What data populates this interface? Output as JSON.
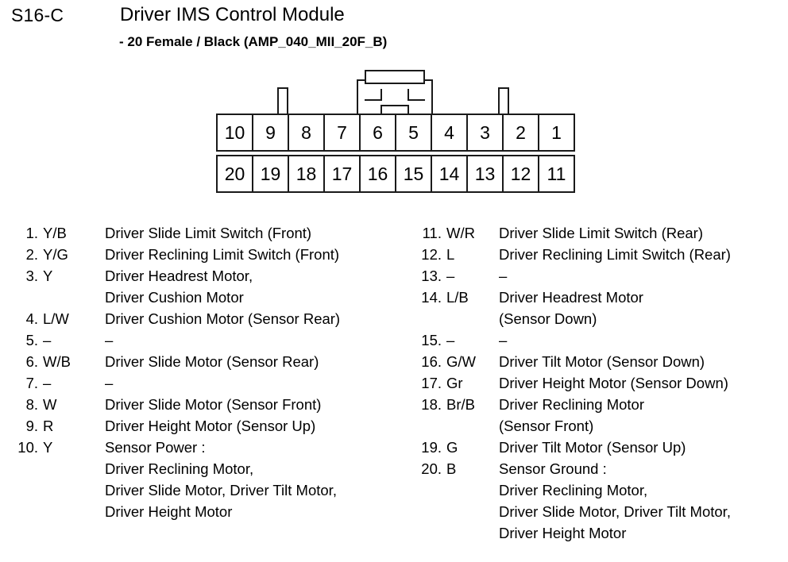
{
  "header": {
    "connector_code": "S16-C",
    "module_title": "Driver IMS Control Module",
    "connector_spec": "- 20 Female / Black (AMP_040_MII_20F_B)"
  },
  "connector": {
    "top_row": [
      "10",
      "9",
      "8",
      "7",
      "6",
      "5",
      "4",
      "3",
      "2",
      "1"
    ],
    "bottom_row": [
      "20",
      "19",
      "18",
      "17",
      "16",
      "15",
      "14",
      "13",
      "12",
      "11"
    ]
  },
  "pins_left": [
    {
      "num": "1.",
      "color": "Y/B",
      "desc": [
        "Driver Slide Limit Switch (Front)"
      ]
    },
    {
      "num": "2.",
      "color": "Y/G",
      "desc": [
        "Driver Reclining Limit Switch (Front)"
      ]
    },
    {
      "num": "3.",
      "color": "Y",
      "desc": [
        "Driver Headrest Motor,",
        "Driver Cushion Motor"
      ]
    },
    {
      "num": "4.",
      "color": "L/W",
      "desc": [
        "Driver Cushion Motor (Sensor Rear)"
      ]
    },
    {
      "num": "5.",
      "color": "–",
      "desc": [
        "–"
      ]
    },
    {
      "num": "6.",
      "color": "W/B",
      "desc": [
        "Driver Slide Motor (Sensor Rear)"
      ]
    },
    {
      "num": "7.",
      "color": "–",
      "desc": [
        "–"
      ]
    },
    {
      "num": "8.",
      "color": "W",
      "desc": [
        "Driver Slide Motor (Sensor Front)"
      ]
    },
    {
      "num": "9.",
      "color": "R",
      "desc": [
        "Driver Height Motor (Sensor Up)"
      ]
    },
    {
      "num": "10.",
      "color": "Y",
      "desc": [
        "Sensor Power :",
        "Driver Reclining Motor,",
        "Driver Slide Motor, Driver Tilt Motor,",
        "Driver Height Motor"
      ]
    }
  ],
  "pins_right": [
    {
      "num": "11.",
      "color": "W/R",
      "desc": [
        "Driver Slide Limit Switch (Rear)"
      ]
    },
    {
      "num": "12.",
      "color": "L",
      "desc": [
        "Driver Reclining Limit Switch (Rear)"
      ]
    },
    {
      "num": "13.",
      "color": "–",
      "desc": [
        "–"
      ]
    },
    {
      "num": "14.",
      "color": "L/B",
      "desc": [
        "Driver Headrest Motor",
        "(Sensor Down)"
      ]
    },
    {
      "num": "15.",
      "color": "–",
      "desc": [
        "–"
      ]
    },
    {
      "num": "16.",
      "color": "G/W",
      "desc": [
        "Driver Tilt Motor (Sensor Down)"
      ]
    },
    {
      "num": "17.",
      "color": "Gr",
      "desc": [
        "Driver Height Motor (Sensor Down)"
      ]
    },
    {
      "num": "18.",
      "color": "Br/B",
      "desc": [
        "Driver Reclining Motor",
        "(Sensor Front)"
      ]
    },
    {
      "num": "19.",
      "color": "G",
      "desc": [
        "Driver Tilt Motor (Sensor Up)"
      ]
    },
    {
      "num": "20.",
      "color": "B",
      "desc": [
        "Sensor Ground :",
        "Driver Reclining Motor,",
        "Driver Slide Motor, Driver Tilt Motor,",
        "Driver Height Motor"
      ]
    }
  ]
}
